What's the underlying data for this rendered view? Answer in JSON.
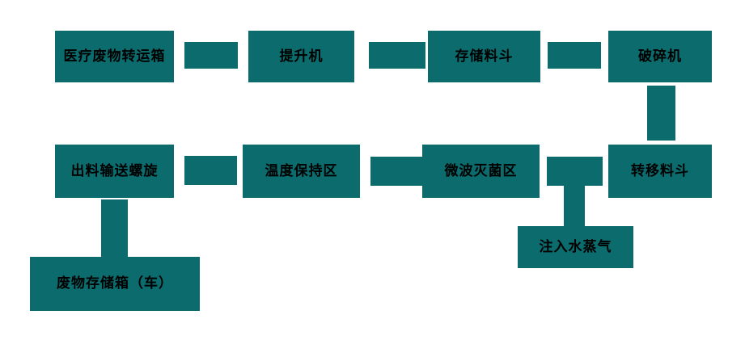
{
  "page": {
    "background_color": "#ffffff"
  },
  "diagram": {
    "type": "flowchart",
    "shape_fill_color": "#0b6b6d",
    "label_color": "#000000",
    "nodes": [
      {
        "id": "medical-waste-transfer-box",
        "label": "医疗废物转运箱"
      },
      {
        "id": "hoist",
        "label": "提升机"
      },
      {
        "id": "storage-hopper",
        "label": "存储料斗"
      },
      {
        "id": "crusher",
        "label": "破碎机"
      },
      {
        "id": "discharge-conveying-screw",
        "label": "出料输送螺旋"
      },
      {
        "id": "temperature-holding-zone",
        "label": "温度保持区"
      },
      {
        "id": "microwave-sterilization-zone",
        "label": "微波灭菌区"
      },
      {
        "id": "transfer-hopper",
        "label": "转移料斗"
      },
      {
        "id": "steam-injection",
        "label": "注入水蒸气"
      },
      {
        "id": "waste-storage-box-cart",
        "label": "废物存储箱（车）"
      }
    ],
    "connections": [
      {
        "from": "medical-waste-transfer-box",
        "to": "hoist"
      },
      {
        "from": "hoist",
        "to": "storage-hopper"
      },
      {
        "from": "storage-hopper",
        "to": "crusher"
      },
      {
        "from": "crusher",
        "to": "transfer-hopper"
      },
      {
        "from": "transfer-hopper",
        "to": "microwave-sterilization-zone"
      },
      {
        "from": "microwave-sterilization-zone",
        "to": "temperature-holding-zone"
      },
      {
        "from": "temperature-holding-zone",
        "to": "discharge-conveying-screw"
      },
      {
        "from": "steam-injection",
        "to": "microwave-sterilization-zone"
      },
      {
        "from": "discharge-conveying-screw",
        "to": "waste-storage-box-cart"
      }
    ]
  }
}
